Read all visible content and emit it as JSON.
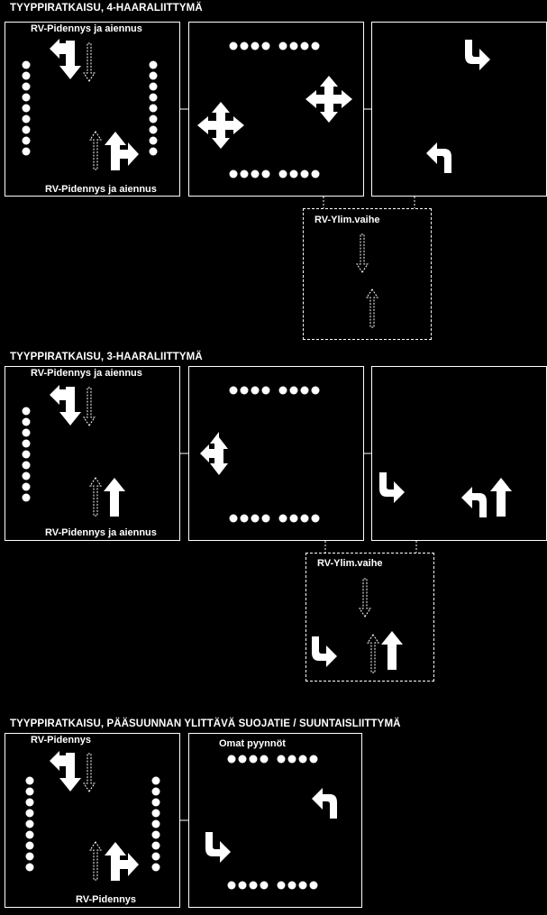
{
  "sections": [
    {
      "title": "TYYPPIRATKAISU, 4-HAARALIITTYMÄ",
      "phase1_top_label": "RV-Pidennys ja aiennus",
      "phase1_bottom_label": "RV-Pidennys ja aiennus",
      "extra_phase_label": "RV-Ylim.vaihe"
    },
    {
      "title": "TYYPPIRATKAISU, 3-HAARALIITTYMÄ",
      "phase1_top_label": "RV-Pidennys ja aiennus",
      "phase1_bottom_label": "RV-Pidennys ja aiennus",
      "extra_phase_label": "RV-Ylim.vaihe"
    },
    {
      "title": "TYYPPIRATKAISU, PÄÄSUUNNAN YLITTÄVÄ SUOJATIE / SUUNTAISLIITTYMÄ",
      "phase1_top_label": "RV-Pidennys",
      "phase1_bottom_label": "RV-Pidennys",
      "phase2_label": "Omat pyynnöt"
    }
  ]
}
